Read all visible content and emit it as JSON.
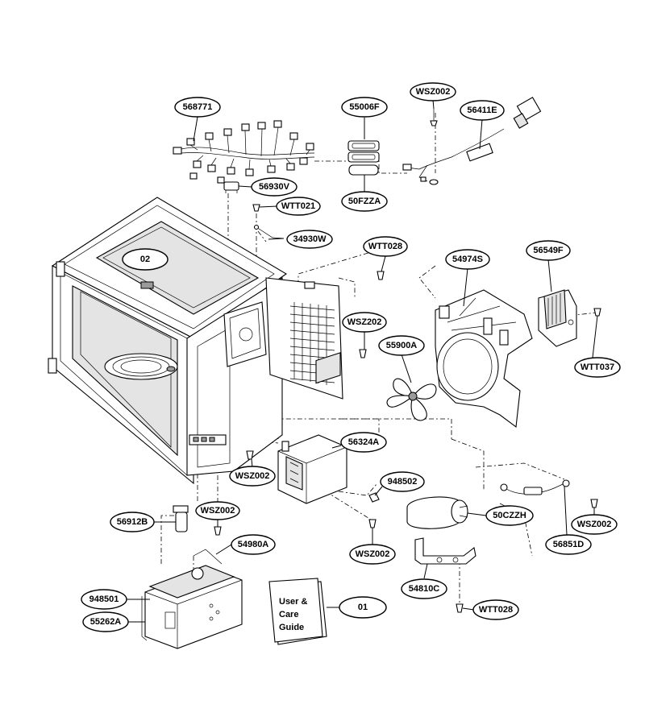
{
  "labels": {
    "harness": "568771",
    "filter": "55006F",
    "screw_top": "WSZ002",
    "cord": "56411E",
    "thermostat": "56930V",
    "fuse": "50FZZA",
    "screw_wtt021": "WTT021",
    "wire_34930w": "34930W",
    "cavity": "02",
    "screw_wtt028_upper": "WTT028",
    "fan_bracket": "54974S",
    "board_bracket": "56549F",
    "screw_wsz202": "WSZ202",
    "fan_blade": "55900A",
    "screw_wtt037": "WTT037",
    "transformer": "56324A",
    "screw_wsz002_left": "WSZ002",
    "part_948502": "948502",
    "capacitor": "50CZZH",
    "screw_wsz002_mid": "WSZ002",
    "diode": "56851D",
    "screw_wsz002_right": "WSZ002",
    "interlock": "56912B",
    "screw_wsz002_lower": "WSZ002",
    "magnetron_lead": "54980A",
    "bracket_54810c": "54810C",
    "screw_wtt028_lower": "WTT028",
    "part_948501": "948501",
    "magnetron": "55262A",
    "manual": "01"
  },
  "manual": {
    "line1": "User &",
    "line2": "Care",
    "line3": "Guide"
  }
}
